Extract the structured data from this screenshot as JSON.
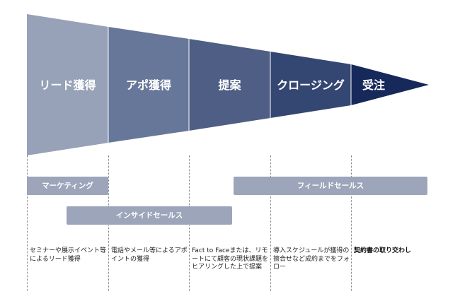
{
  "colors": {
    "stage1": "#97a1b7",
    "stage2": "#67779a",
    "stage3": "#4e5e84",
    "stage4": "#344672",
    "stage5": "#16295a",
    "team_bar": "#9ca5ba"
  },
  "stages": [
    {
      "label": "リード獲得"
    },
    {
      "label": "アポ獲得"
    },
    {
      "label": "提案"
    },
    {
      "label": "クロージング"
    },
    {
      "label": "受注"
    }
  ],
  "teams": {
    "marketing": "マーケティング",
    "inside_sales": "インサイドセールス",
    "field_sales": "フィールドセールス"
  },
  "descriptions": [
    "セミナーや展示イベント等によるリード獲得",
    "電話やメール等によるアポイントの獲得",
    "Fact to Faceまたは、リモートにて顧客の現状課題をヒアリングした上で提案",
    "導入スケジュールが獲得の擦合せなど成約までをフォロー",
    "契約書の取り交わし"
  ]
}
